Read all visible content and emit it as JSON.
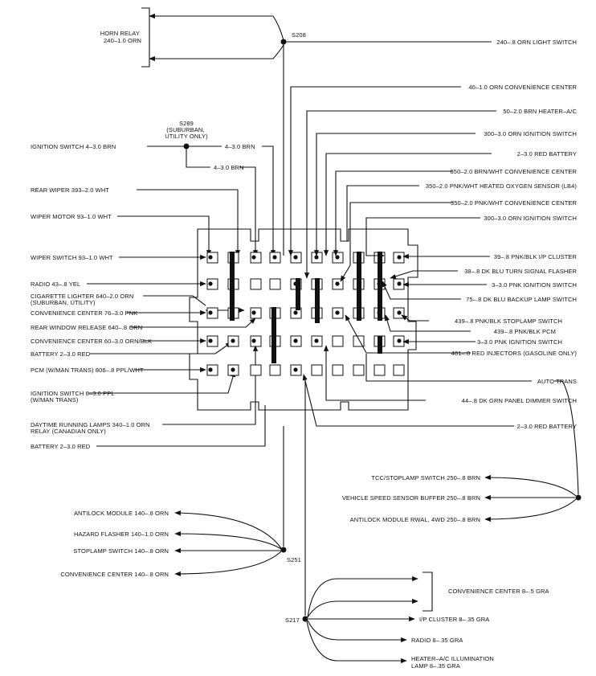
{
  "splices": {
    "s208": "S208",
    "s289": "S289",
    "s289_note": [
      "(SUBURBAN,",
      "UTILITY ONLY)"
    ],
    "s251": "S251",
    "s217": "S217"
  },
  "left_labels": [
    [
      "HORN RELAY",
      "240–1.0 ORN"
    ],
    [
      "IGNITION SWITCH 4–3.0 BRN"
    ],
    [
      "REAR WIPER 393–2.0 WHT"
    ],
    [
      "WIPER MOTOR 93–1.0 WHT"
    ],
    [
      "WIPER SWITCH 93–1.0 WHT"
    ],
    [
      "RADIO 43–.8 YEL"
    ],
    [
      "CIGARETTE LIGHTER 640–2.0 ORN",
      "(SUBURBAN, UTILITY)"
    ],
    [
      "CONVENIENCE CENTER 76–3.0 PNK"
    ],
    [
      "REAR WINDOW RELEASE 640–.8 ORN"
    ],
    [
      "CONVENIENCE CENTER 60–3.0 ORN/BLK"
    ],
    [
      "BATTERY 2–3.0 RED"
    ],
    [
      "PCM (W/MAN TRANS) 806–.8 PPL/WHT"
    ],
    [
      "IGNITION SWITCH 6–3.0 PPL",
      "(W/MAN TRANS)"
    ],
    [
      "DAYTIME RUNNING LAMPS 340–1.0 ORN",
      "RELAY (CANADIAN ONLY)"
    ],
    [
      "BATTERY 2–3.0 RED"
    ]
  ],
  "center_labels": [
    "4–3.0 BRN",
    "4–3.0 BRN"
  ],
  "right_labels": [
    "240–.8 ORN LIGHT SWITCH",
    "40–1.0 ORN CONVENIENCE CENTER",
    "50–2.0 BRN HEATER–A/C",
    "300–3.0 ORN IGNITION SWITCH",
    "2–3.0 RED BATTERY",
    "650–2.0 BRN/WHT CONVENIENCE CENTER",
    "350–2.0 PNK/WHT HEATED OXYGEN SENSOR (LB4)",
    "350–2.0 PNK/WHT CONVENIENCE CENTER",
    "300–3.0 ORN IGNITION SWITCH",
    "39–.8 PNK/BLK I/P CLUSTER",
    "38–.8 DK BLU TURN SIGNAL FLASHER",
    "3–3.0 PNK IGNITION SWITCH",
    "75–.8 DK BLU BACKUP LAMP SWITCH",
    "439–.8 PNK/BLK STOPLAMP SWITCH",
    "439–.8 PNK/BLK PCM",
    "3–3.0 PNK IGNITION SWITCH",
    "481–.8 RED INJECTORS (GASOLINE ONLY)",
    "AUTO TRANS",
    "44–.8 DK GRN PANEL DIMMER SWITCH",
    "2–3.0 RED BATTERY"
  ],
  "brown_labels": [
    "TCC/STOPLAMP SWITCH 250–.8 BRN",
    "VEHICLE SPEED SENSOR BUFFER 250–.8 BRN",
    "ANTILOCK MODULE RWAL, 4WD 250–.8 BRN"
  ],
  "s251_labels": [
    "ANTILOCK MODULE 140–.8 ORN",
    "HAZARD FLASHER 140–1.0 ORN",
    "STOPLAMP SWITCH 140–.8 ORN",
    "CONVENIENCE CENTER 140–.8 ORN"
  ],
  "s217_labels": [
    "CONVENIENCE CENTER 8–.5 GRA",
    "I/P CLUSTER 8–.35 GRA",
    "RADIO 8–.35 GRA",
    [
      "HEATER–A/C  ILLUMINATION",
      "LAMP 8–.35 GRA"
    ]
  ]
}
